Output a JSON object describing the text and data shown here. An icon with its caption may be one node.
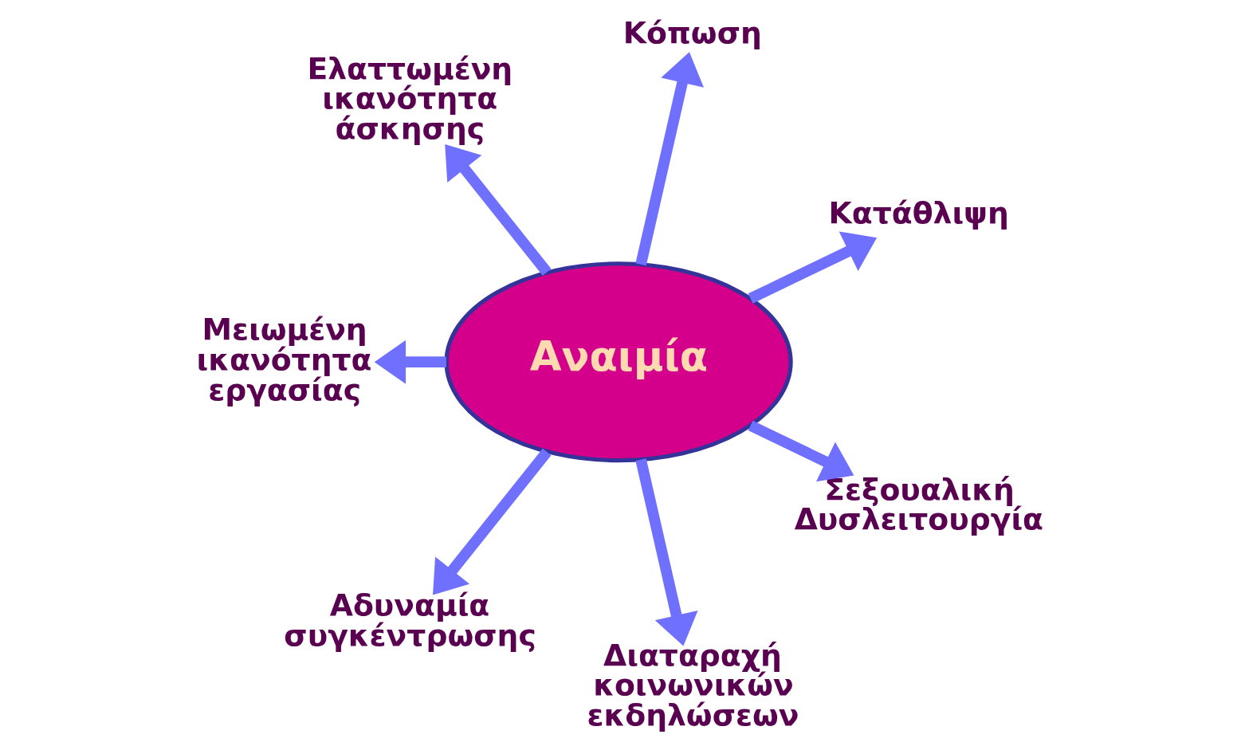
{
  "diagram": {
    "nodes": [
      {
        "text": [
          "Αναιμία"
        ]
      },
      {
        "text": [
          "Κατάθλιψη"
        ]
      },
      {
        "text": [
          "Κόπωση"
        ]
      },
      {
        "text": [
          "Ελαττωμένη ικανότητα άσκησης"
        ]
      },
      {
        "text": [
          "Μειωμένη ικανότητα εργασίας"
        ]
      },
      {
        "text": [
          "Αδυναμία συγκέντρωσης"
        ]
      },
      {
        "text": [
          "Διαταραχή κοινωνικών εκδηλώσεων"
        ]
      },
      {
        "text": [
          "Σεξουαλική Δυσλειτουργία"
        ]
      }
    ],
    "edges": [
      {
        "from": 0,
        "to": 1,
        "arrow": "to"
      },
      {
        "from": 0,
        "to": 3,
        "arrow": "to"
      },
      {
        "from": 0,
        "to": 5,
        "arrow": "to"
      },
      {
        "from": 0,
        "to": 7,
        "arrow": "to"
      },
      {
        "from": 0,
        "to": 6,
        "arrow": "to"
      },
      {
        "from": 0,
        "to": 4,
        "arrow": "to"
      },
      {
        "from": 0,
        "to": 2,
        "arrow": "to"
      }
    ]
  }
}
